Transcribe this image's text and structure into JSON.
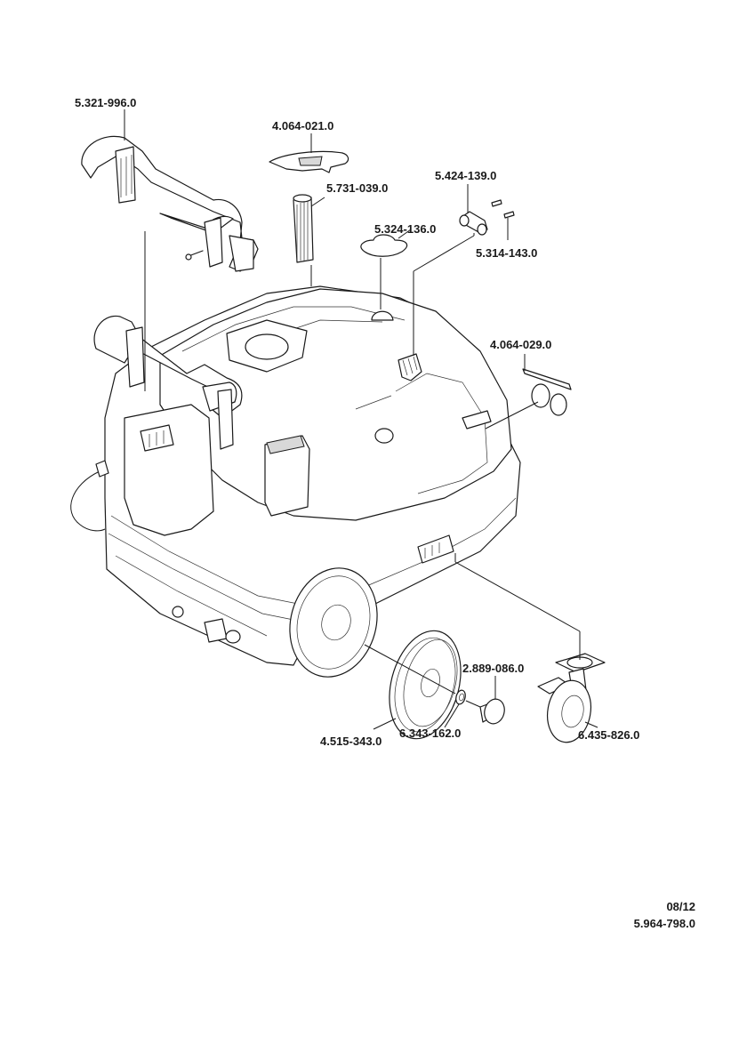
{
  "diagram": {
    "title": "Exploded parts diagram",
    "parts": [
      {
        "id": "handle",
        "number": "5.321-996.0"
      },
      {
        "id": "filter-cover",
        "number": "4.064-021.0"
      },
      {
        "id": "filter-cartridge",
        "number": "5.731-039.0"
      },
      {
        "id": "knob-cap",
        "number": "5.324-136.0"
      },
      {
        "id": "bracket",
        "number": "5.424-139.0"
      },
      {
        "id": "pin",
        "number": "5.314-143.0"
      },
      {
        "id": "flap",
        "number": "4.064-029.0"
      },
      {
        "id": "wheel",
        "number": "4.515-343.0"
      },
      {
        "id": "hub-cap",
        "number": "2.889-086.0"
      },
      {
        "id": "retaining-washer",
        "number": "6.343-162.0"
      },
      {
        "id": "swivel-castor",
        "number": "6.435-826.0"
      }
    ]
  },
  "footer": {
    "date": "08/12",
    "document_number": "5.964-798.0"
  }
}
